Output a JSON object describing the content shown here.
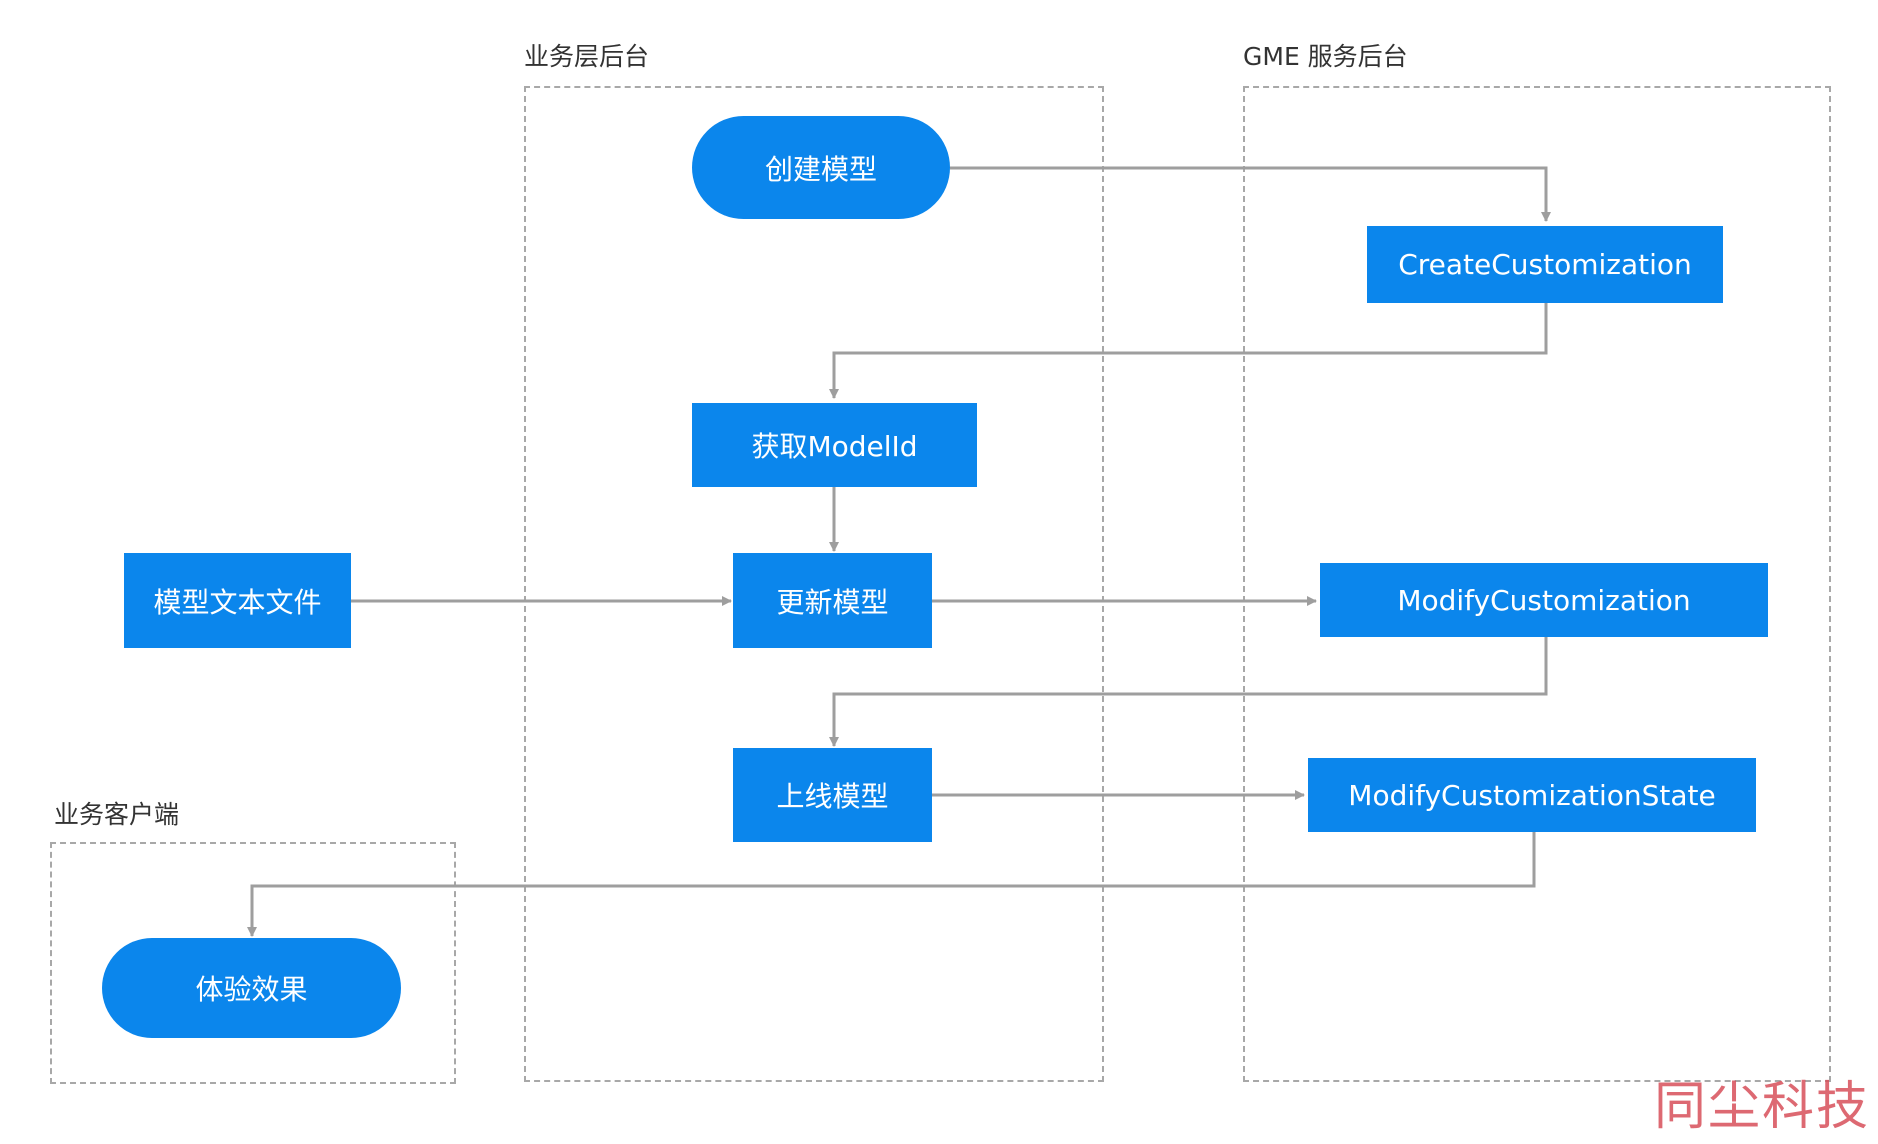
{
  "zones": {
    "business_backend": "业务层后台",
    "gme_backend": "GME 服务后台",
    "business_client": "业务客户端"
  },
  "nodes": {
    "create_model": "创建模型",
    "create_customization": "CreateCustomization",
    "get_model_id": "获取ModelId",
    "model_text_file": "模型文本文件",
    "update_model": "更新模型",
    "modify_customization": "ModifyCustomization",
    "online_model": "上线模型",
    "modify_customization_state": "ModifyCustomizationState",
    "experience_effect": "体验效果"
  },
  "watermark": "同尘科技",
  "colors": {
    "node_fill": "#0b86ec",
    "node_text": "#ffffff",
    "connector": "#9e9e9e",
    "zone_border": "#a8a8a8",
    "watermark": "#d8505a"
  }
}
